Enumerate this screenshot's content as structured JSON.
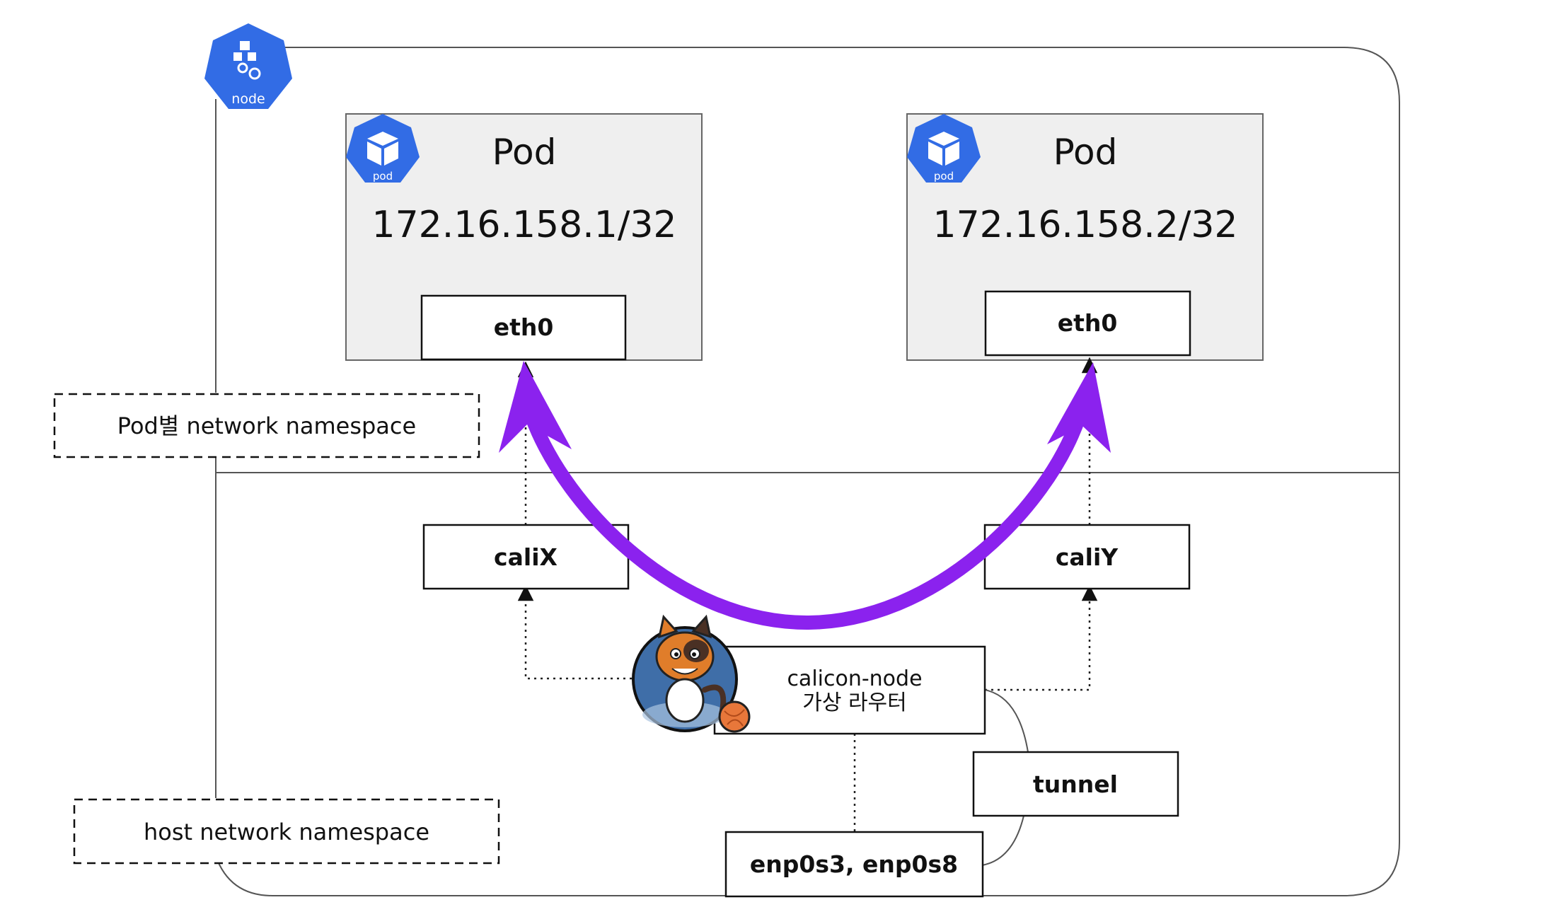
{
  "node_badge": {
    "label": "node",
    "color": "#326ce5"
  },
  "pods": [
    {
      "badge_label": "pod",
      "title": "Pod",
      "ip": "172.16.158.1/32",
      "interface": "eth0"
    },
    {
      "badge_label": "pod",
      "title": "Pod",
      "ip": "172.16.158.2/32",
      "interface": "eth0"
    }
  ],
  "namespaces": {
    "pod": "Pod별 network namespace",
    "host": "host network namespace"
  },
  "veth": {
    "left": "caliX",
    "right": "caliY"
  },
  "calico_node": {
    "line1": "calicon-node",
    "line2": "가상 라우터"
  },
  "tunnel": "tunnel",
  "host_nics": "enp0s3, enp0s8",
  "colors": {
    "arrow": "#8b22ee",
    "k8s_blue": "#326ce5",
    "pod_fill": "#efefef"
  }
}
